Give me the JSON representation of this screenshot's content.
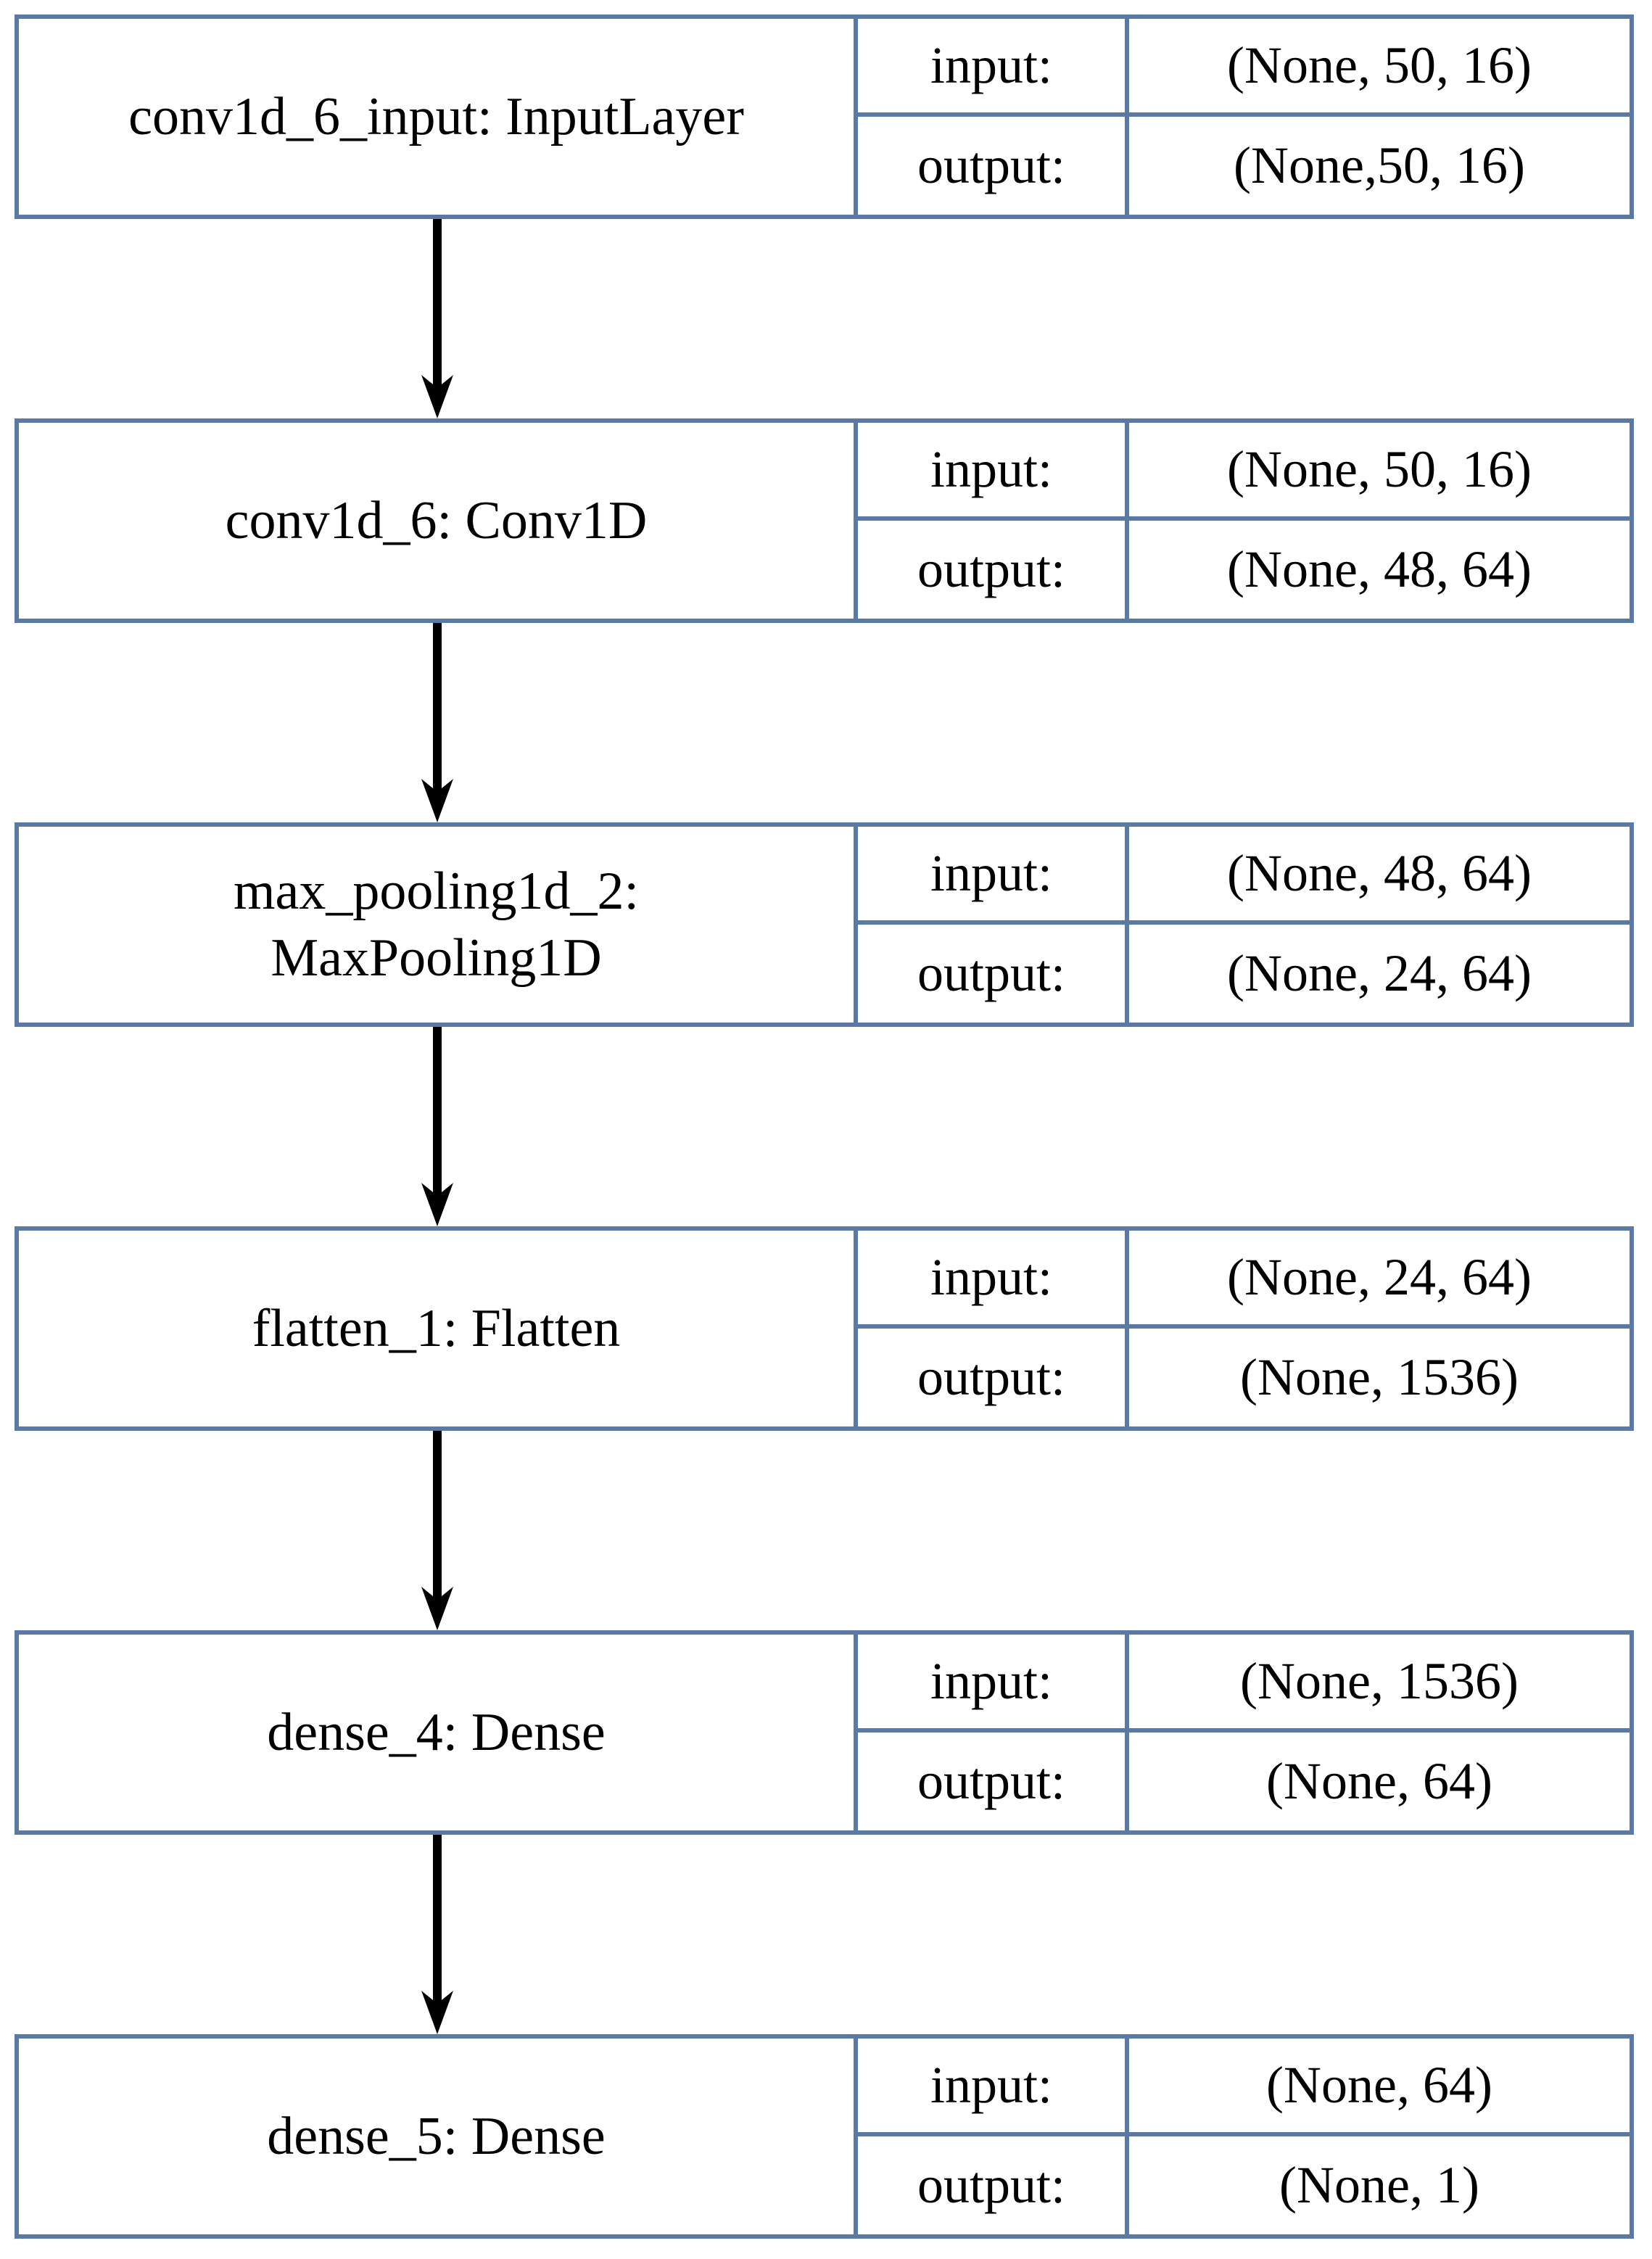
{
  "diagram": {
    "accent_color": "#5b79a5",
    "arrow_color": "#000000",
    "background_color": "#ffffff",
    "layers": [
      {
        "name": "conv1d_6_input: InputLayer",
        "input_label": "input:",
        "output_label": "output:",
        "input_shape": "(None, 50, 16)",
        "output_shape": "(None,50, 16)"
      },
      {
        "name": "conv1d_6: Conv1D",
        "input_label": "input:",
        "output_label": "output:",
        "input_shape": "(None, 50, 16)",
        "output_shape": "(None, 48, 64)"
      },
      {
        "name": "max_pooling1d_2:\nMaxPooling1D",
        "input_label": "input:",
        "output_label": "output:",
        "input_shape": "(None, 48, 64)",
        "output_shape": "(None, 24, 64)"
      },
      {
        "name": "flatten_1: Flatten",
        "input_label": "input:",
        "output_label": "output:",
        "input_shape": "(None, 24, 64)",
        "output_shape": "(None, 1536)"
      },
      {
        "name": "dense_4: Dense",
        "input_label": "input:",
        "output_label": "output:",
        "input_shape": "(None, 1536)",
        "output_shape": "(None, 64)"
      },
      {
        "name": "dense_5: Dense",
        "input_label": "input:",
        "output_label": "output:",
        "input_shape": "(None, 64)",
        "output_shape": "(None, 1)"
      }
    ]
  }
}
